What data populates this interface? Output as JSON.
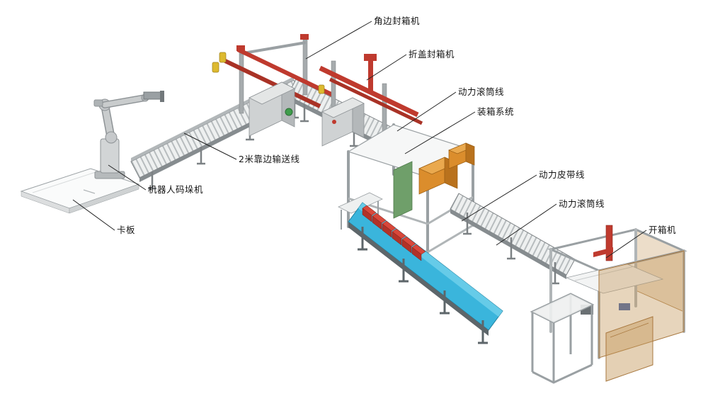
{
  "labels": [
    {
      "id": "corner-sealer",
      "text": "角边封箱机"
    },
    {
      "id": "flap-sealer",
      "text": "折盖封箱机"
    },
    {
      "id": "power-roller-line-1",
      "text": "动力滚筒线"
    },
    {
      "id": "case-packing-system",
      "text": "装箱系统"
    },
    {
      "id": "power-belt-line",
      "text": "动力皮带线"
    },
    {
      "id": "power-roller-line-2",
      "text": "动力滚筒线"
    },
    {
      "id": "case-erector",
      "text": "开箱机"
    },
    {
      "id": "conveyor-2m",
      "text": "2米靠边输送线"
    },
    {
      "id": "robot-palletizer",
      "text": "机器人码垛机"
    },
    {
      "id": "pallet",
      "text": "卡板"
    }
  ],
  "colors": {
    "machine_red": "#bf3a2e",
    "carton_orange": "#db8d2c",
    "belt_cyan": "#3ab5dc",
    "panel_green": "#6f9f6a",
    "clamp_yellow": "#ddb92f",
    "frame_gray": "#a6abad",
    "guard_tan": "#c1965a",
    "leader_black": "#222222"
  }
}
